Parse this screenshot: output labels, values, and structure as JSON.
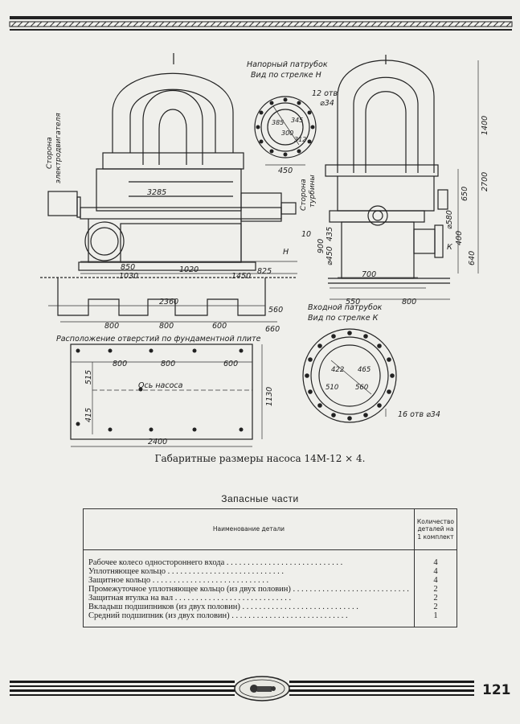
{
  "figure": {
    "labels": {
      "discharge_title_1": "Напорный патрубок",
      "discharge_title_2": "Вид по стрелке Н",
      "discharge_holes": "12 отв",
      "discharge_hole_dia": "⌀34",
      "motor_side_1": "Сторона",
      "motor_side_2": "электродвигателя",
      "turbine_side_1": "Сторона",
      "turbine_side_2": "турбины",
      "suction_title_1": "Входной патрубок",
      "suction_title_2": "Вид по стрелке К",
      "suction_holes": "16 отв ⌀34",
      "holes_caption": "Расположение отверстий по фундаментной плите",
      "pump_axis": "Ось насоса",
      "arrow_h": "Н",
      "arrow_k": "К"
    },
    "dims": {
      "d3285": "3285",
      "d450": "450",
      "d385": "385",
      "d345": "345",
      "d300": "300",
      "d312": "312",
      "d1400": "1400",
      "d2700": "2700",
      "d650": "650",
      "d580": "⌀580",
      "d400": "400",
      "d640": "640",
      "d900": "900",
      "d435": "435",
      "d450b": "⌀450",
      "d10": "10",
      "d850": "850",
      "d1030": "1030",
      "d1020": "1020",
      "d1450": "1450",
      "d825": "825",
      "d2360": "2360",
      "d560": "560",
      "d800a": "800",
      "d800b": "800",
      "d600": "600",
      "d660": "660",
      "d700": "700",
      "d550": "550",
      "d800c": "800",
      "p800a": "800",
      "p800b": "800",
      "p600": "600",
      "p515": "515",
      "p415": "415",
      "p1130": "1130",
      "p2400": "2400",
      "s422": "422",
      "s465": "465",
      "s510": "510",
      "s560": "560"
    }
  },
  "caption": "Габаритные размеры насоса 14М-12 × 4.",
  "parts_title": "Запасные части",
  "table": {
    "header_name": "Наименование детали",
    "header_qty": "Количество деталей на 1 комплект",
    "rows": [
      {
        "name": "Рабочее колесо одностороннего входа",
        "qty": "4"
      },
      {
        "name": "Уплотняющее кольцо",
        "qty": "4"
      },
      {
        "name": "Защитное кольцо",
        "qty": "4"
      },
      {
        "name": "Промежуточное уплотняющее кольцо (из двух половин)",
        "qty": "2"
      },
      {
        "name": "Защитная втулка на вал",
        "qty": "2"
      },
      {
        "name": "Вкладыш подшипников (из двух половин)",
        "qty": "2"
      },
      {
        "name": "Средний подшипник (из двух половин)",
        "qty": "1"
      }
    ]
  },
  "page_number": "121"
}
